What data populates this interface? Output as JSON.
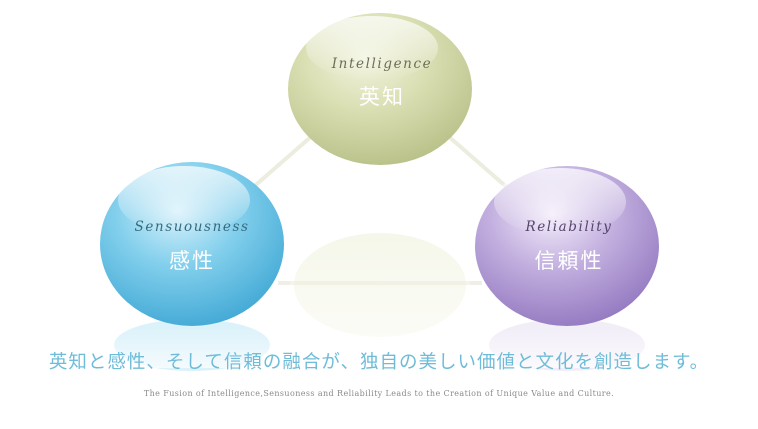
{
  "nodes": {
    "intelligence": {
      "en": "Intelligence",
      "jp": "英知",
      "fill_light": "#f1f3de",
      "fill_mid": "#dadfb3",
      "fill_dark": "#b7bf86",
      "text_en_color": "#6e6e56",
      "text_jp_color": "#ffffff"
    },
    "sensuousness": {
      "en": "Sensuousness",
      "jp": "感性",
      "fill_light": "#d8f1fb",
      "fill_mid": "#82cfec",
      "fill_dark": "#3fa7d4",
      "text_en_color": "#356b80",
      "text_jp_color": "#ffffff"
    },
    "reliability": {
      "en": "Reliability",
      "jp": "信頼性",
      "fill_light": "#f3ecfb",
      "fill_mid": "#c3b0df",
      "fill_dark": "#9176bf",
      "text_en_color": "#55456e",
      "text_jp_color": "#ffffff"
    }
  },
  "tagline": "英知と感性、そして信頼の融合が、独自の美しい価値と文化を創造します。",
  "subline": "The Fusion of Intelligence,Sensuoness and Reliability Leads to the Creation of Unique Value and Culture.",
  "colors": {
    "tagline": "#6fbcd9",
    "subline": "#8a8a8a",
    "connector": "#ececdf"
  }
}
